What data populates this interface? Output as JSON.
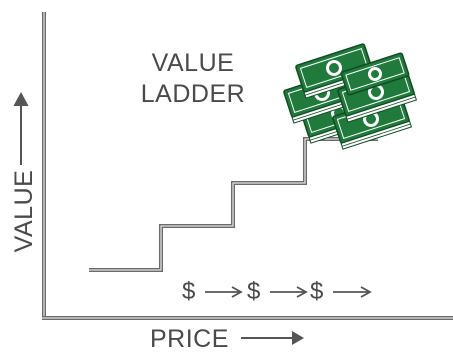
{
  "title": {
    "line1": "VALUE",
    "line2": "LADDER"
  },
  "axes": {
    "x_label": "PRICE",
    "y_label": "VALUE"
  },
  "price_steps": [
    "$",
    "$",
    "$"
  ],
  "icons": {
    "money": "money-stack-icon",
    "arrow": "right-arrow-icon"
  },
  "colors": {
    "axis": "#6b6b6b",
    "text": "#4a4a4a",
    "money_green": "#1f7a3c",
    "money_dark": "#0f4d22"
  }
}
